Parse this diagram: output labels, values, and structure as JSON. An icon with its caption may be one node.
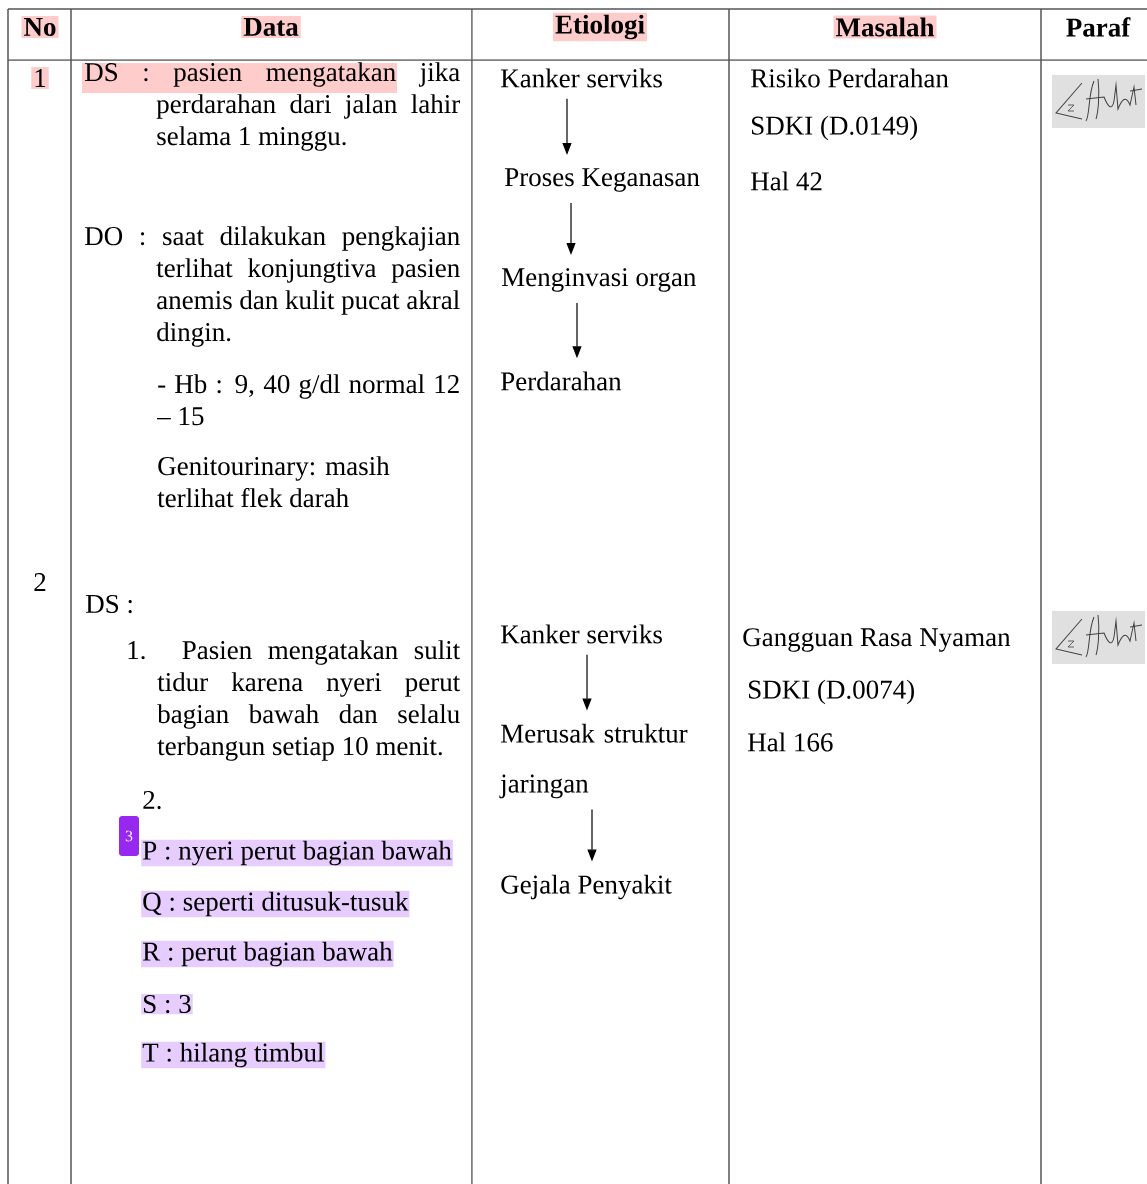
{
  "diagram": {
    "nodes": [
      {
        "text": [
          "Kanker serviks"
        ]
      },
      {
        "text": [
          "Proses Keganasan"
        ]
      },
      {
        "text": [
          "Menginvasi organ"
        ]
      },
      {
        "text": [
          "Perdarahan"
        ]
      },
      {
        "text": [
          "Kanker serviks"
        ]
      },
      {
        "text": [
          "Merusak struktur jaringan"
        ]
      },
      {
        "text": [
          "Gejala Penyakit"
        ]
      }
    ],
    "edges": [
      {
        "from": 0,
        "to": 1,
        "arrow": "to"
      },
      {
        "from": 1,
        "to": 2,
        "arrow": "to"
      },
      {
        "from": 2,
        "to": 3,
        "arrow": "to"
      },
      {
        "from": 4,
        "to": 5,
        "arrow": "to"
      },
      {
        "from": 5,
        "to": 6,
        "arrow": "to"
      }
    ],
    "labels": [
      "No",
      "Data",
      "Etiologi",
      "Masalah",
      "Paraf",
      "1",
      "DS  :  pasien mengatakan jika perdarahan dari jalan lahir selama 1 minggu.",
      "DO   : saat dilakukan pengkajian terlihat konjungtiva pasien anemis dan kulit pucat akral dingin.",
      "- Hb : 9, 40 g/dl normal 12 – 15",
      "Genitourinary: masih terlihat flek darah",
      "Risiko Perdarahan",
      "SDKI (D.0149)",
      "Hal 42",
      "2",
      "DS :",
      "1. Pasien mengatakan sulit tidur karena nyeri perut bagian bawah dan selalu terbangun setiap 10 menit.",
      "2.",
      "3",
      "P : nyeri perut bagian bawah",
      "Q : seperti ditusuk-tusuk",
      "R : perut bagian bawah",
      "S : 3",
      "T : hilang timbul",
      "Gangguan Rasa Nyaman",
      "SDKI (D.0074)",
      "Hal 166"
    ]
  }
}
